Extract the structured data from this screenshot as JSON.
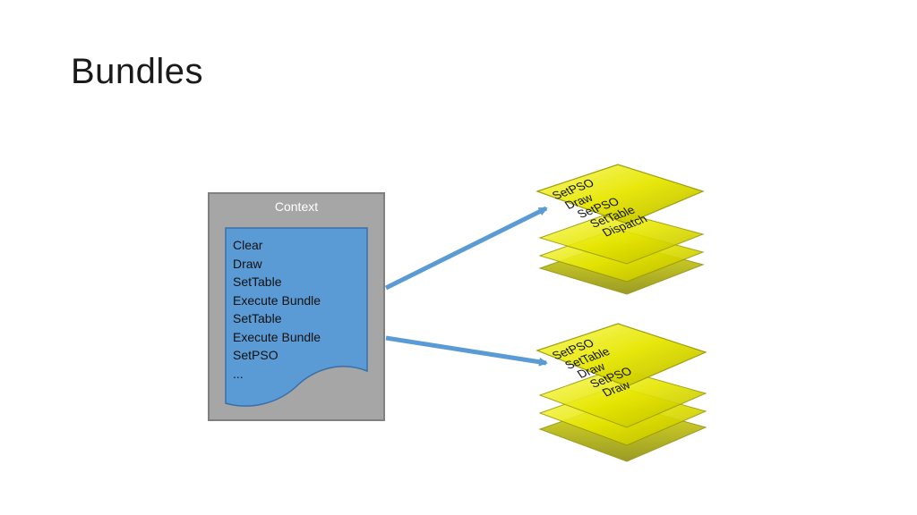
{
  "slide": {
    "title": "Bundles"
  },
  "context": {
    "label": "Context",
    "commands": [
      "Clear",
      "Draw",
      "SetTable",
      "Execute Bundle",
      "SetTable",
      "Execute Bundle",
      "SetPSO",
      "..."
    ]
  },
  "bundles": [
    {
      "commands": [
        "SetPSO",
        "Draw",
        "SetPSO",
        "SetTable",
        "Dispatch"
      ]
    },
    {
      "commands": [
        "SetPSO",
        "SetTable",
        "Draw",
        "SetPSO",
        "Draw"
      ]
    }
  ],
  "colors": {
    "context_box": "#a6a6a6",
    "command_doc": "#5b9bd5",
    "arrow": "#5b9bd5",
    "bundle": "#e6e600"
  }
}
